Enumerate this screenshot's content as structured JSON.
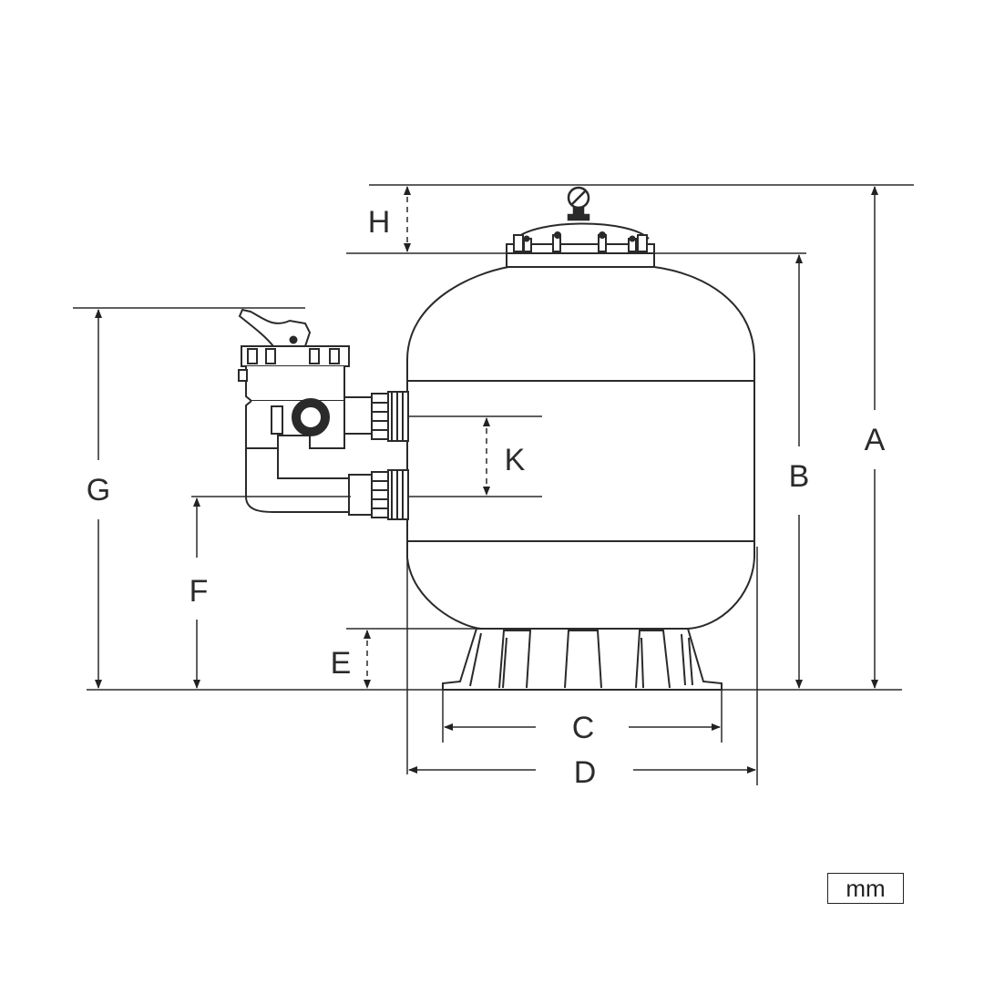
{
  "diagram": {
    "dimension_labels": {
      "A": "A",
      "B": "B",
      "C": "C",
      "D": "D",
      "E": "E",
      "F": "F",
      "G": "G",
      "H": "H",
      "K": "K"
    },
    "unit": "mm"
  }
}
